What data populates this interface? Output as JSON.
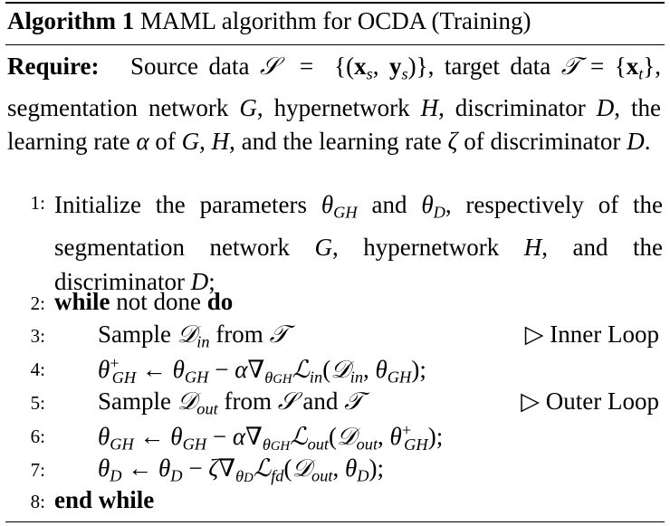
{
  "caption": {
    "label": "Algorithm 1",
    "title": "MAML algorithm for OCDA (Training)"
  },
  "require": {
    "label": "Require:"
  },
  "steps": [
    {
      "num": "1:"
    },
    {
      "num": "2:"
    },
    {
      "num": "3:"
    },
    {
      "num": "4:"
    },
    {
      "num": "5:"
    },
    {
      "num": "6:"
    },
    {
      "num": "7:"
    },
    {
      "num": "8:"
    }
  ],
  "keywords": {
    "while": "while",
    "not_done": "not done",
    "do": "do",
    "end_while": "end while"
  },
  "comments": {
    "inner": "▷ Inner Loop",
    "outer": "▷ Outer Loop"
  }
}
